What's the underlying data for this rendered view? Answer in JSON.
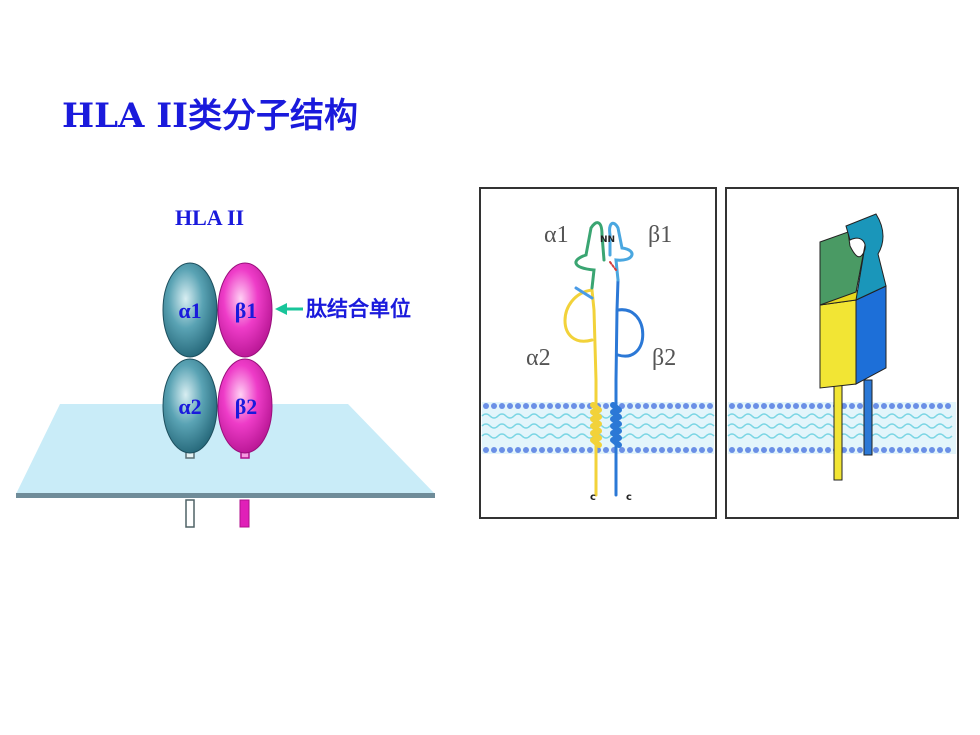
{
  "title": "HLA II类分子结构",
  "left_diagram": {
    "heading": "HLA  II",
    "domains": {
      "alpha1": "α1",
      "beta1": "β1",
      "alpha2": "α2",
      "beta2": "β2"
    },
    "annotation": "肽结合单位",
    "colors": {
      "alpha": "#2e7f93",
      "beta": "#e020b8",
      "membrane": "#c8ecf7",
      "arrow": "#18c59a",
      "text": "#1a1adc"
    }
  },
  "right_diagram": {
    "labels": {
      "alpha1": "α1",
      "beta1": "β1",
      "alpha2": "α2",
      "beta2": "β2",
      "nn": "NN",
      "c_left": "c",
      "c_right": "c"
    }
  }
}
